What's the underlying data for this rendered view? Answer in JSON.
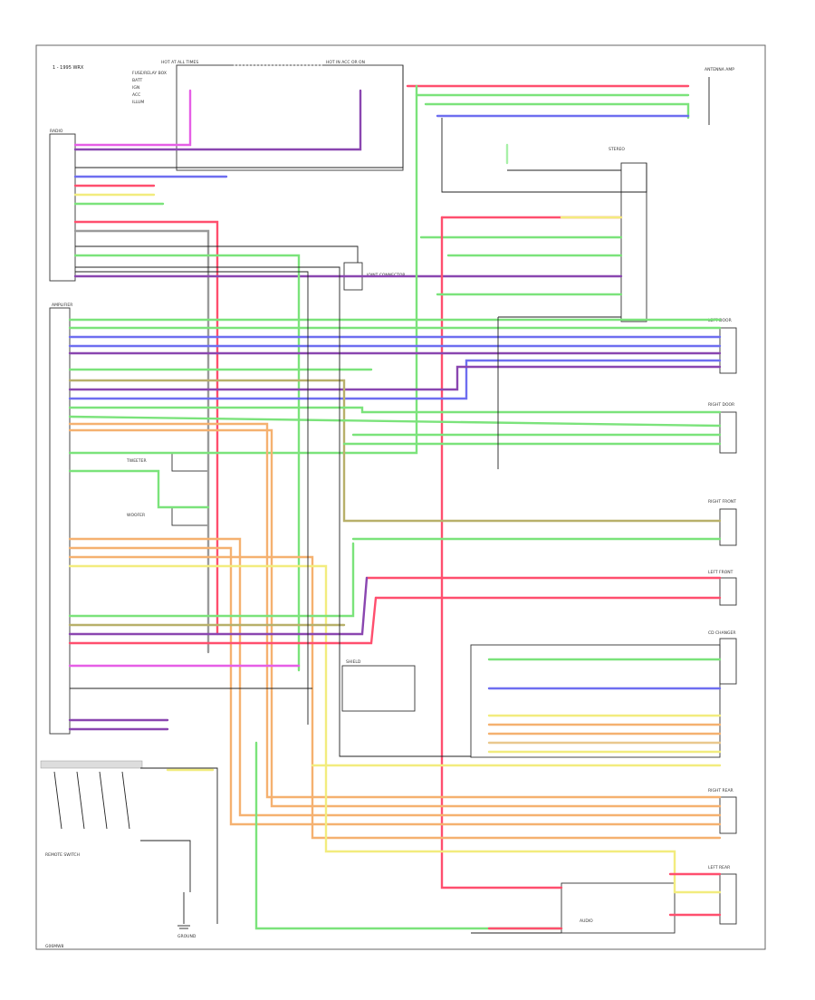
{
  "colors": {
    "pink": "#e65ee6",
    "red": "#ff4f6e",
    "green": "#7be37b",
    "blue": "#6e6ef0",
    "purple": "#8a46b0",
    "yellow": "#f2ec7e",
    "orange": "#f5b170",
    "gray": "#9a9a9a",
    "black": "#2b2b2b",
    "olive": "#b8b06a",
    "ltgreen": "#a8f0a8",
    "tan": "#e9c88e"
  },
  "labels": {
    "top_left": "1 - 1995 WRX",
    "corner_bottom": "G06MW8",
    "stereo_label": "STEREO",
    "fuse_note": "FUSE/RELAY BOX",
    "amplifier": "AMPLIFIER",
    "antenna": "ANTENNA AMP",
    "radio": "RADIO",
    "right_front": "RIGHT FRONT",
    "left_front": "LEFT FRONT",
    "right_rear": "RIGHT REAR",
    "left_rear": "LEFT REAR",
    "left_door": "LEFT DOOR",
    "right_door": "RIGHT DOOR",
    "cd_changer": "CD CHANGER",
    "grounds": "GROUND",
    "remote": "REMOTE SWITCH",
    "tweeter": "TWEETER",
    "woofer": "WOOFER",
    "joint": "JOINT CONNECTOR",
    "ign": "IGN",
    "acc": "ACC",
    "batt": "BATT",
    "illum": "ILLUM",
    "hot_at_all": "HOT AT ALL TIMES",
    "hot_acc": "HOT IN ACC OR ON",
    "shield": "SHIELD",
    "audio": "AUDIO"
  }
}
